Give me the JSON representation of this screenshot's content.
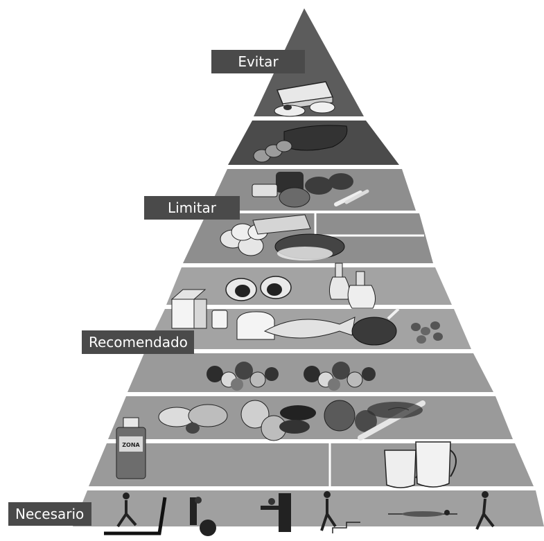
{
  "pyramid": {
    "labels": {
      "evitar": "Evitar",
      "limitar": "Limitar",
      "recomendado": "Recomendado",
      "necesario": "Necesario"
    },
    "colors": {
      "apex": "#5c5c5c",
      "tier_dark": "#4b4b4b",
      "tier_mid": "#8e8e8e",
      "tier_light": "#a3a3a3",
      "label_bg": "#4a4a4a",
      "label_text": "#ffffff",
      "separator": "#ffffff"
    },
    "tiers": [
      {
        "name": "tier-sweets",
        "foods": [
          "cake-icon",
          "pastry-icon"
        ]
      },
      {
        "name": "tier-cured-meats",
        "foods": [
          "salami-icon"
        ]
      },
      {
        "name": "tier-red-meat",
        "foods": [
          "ham-icon",
          "meat-cuts-icon",
          "sausage-icon"
        ]
      },
      {
        "name": "tier-eggs-poultry",
        "foods": [
          "eggs-icon",
          "steak-icon"
        ]
      },
      {
        "name": "tier-fats-oils",
        "foods": [
          "avocado-icon",
          "oil-bottles-icon"
        ]
      },
      {
        "name": "tier-dairy-fish",
        "foods": [
          "milk-carton-icon",
          "yogurt-icon",
          "cheese-icon",
          "fish-icon",
          "chicken-icon",
          "nuts-icon"
        ]
      },
      {
        "name": "tier-fruits",
        "foods": [
          "fruit-bowl-icon",
          "fruit-bowl-icon"
        ]
      },
      {
        "name": "tier-vegetables",
        "foods": [
          "peppers-icon",
          "lettuce-icon",
          "eggplant-icon",
          "tomato-icon",
          "celery-icon"
        ]
      },
      {
        "name": "tier-water-supplements",
        "foods": [
          "supplement-bottle-icon",
          "water-jugs-icon"
        ]
      },
      {
        "name": "tier-exercise",
        "foods": [
          "treadmill-runner-icon",
          "stationary-bike-icon",
          "weight-machine-icon",
          "stair-climber-icon",
          "swimmer-icon",
          "jogger-icon"
        ]
      }
    ],
    "supplement_label": "ZONA"
  }
}
